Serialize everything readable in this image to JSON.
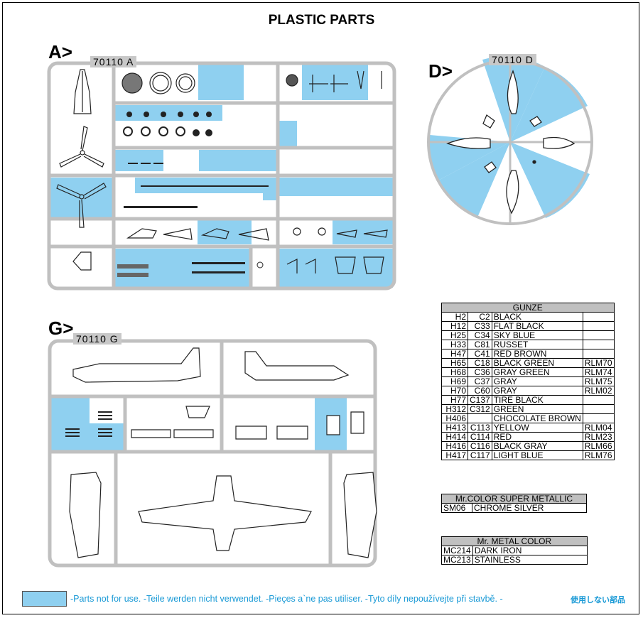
{
  "title": "PLASTIC PARTS",
  "sprues": {
    "a": {
      "letter": "A>",
      "code": "70110 A"
    },
    "d": {
      "letter": "D>",
      "code": "70110 D"
    },
    "g": {
      "letter": "G>",
      "code": "70110 G"
    }
  },
  "gunze": {
    "header": "GUNZE",
    "rows": [
      {
        "h": "H2",
        "c": "C2",
        "name": "BLACK",
        "rlm": ""
      },
      {
        "h": "H12",
        "c": "C33",
        "name": "FLAT BLACK",
        "rlm": ""
      },
      {
        "h": "H25",
        "c": "C34",
        "name": "SKY BLUE",
        "rlm": ""
      },
      {
        "h": "H33",
        "c": "C81",
        "name": "RUSSET",
        "rlm": ""
      },
      {
        "h": "H47",
        "c": "C41",
        "name": "RED BROWN",
        "rlm": ""
      },
      {
        "h": "H65",
        "c": "C18",
        "name": "BLACK GREEN",
        "rlm": "RLM70"
      },
      {
        "h": "H68",
        "c": "C36",
        "name": "GRAY GREEN",
        "rlm": "RLM74"
      },
      {
        "h": "H69",
        "c": "C37",
        "name": "GRAY",
        "rlm": "RLM75"
      },
      {
        "h": "H70",
        "c": "C60",
        "name": "GRAY",
        "rlm": "RLM02"
      },
      {
        "h": "H77",
        "c": "C137",
        "name": "TIRE BLACK",
        "rlm": ""
      },
      {
        "h": "H312",
        "c": "C312",
        "name": "GREEN",
        "rlm": ""
      },
      {
        "h": "H406",
        "c": "",
        "name": "CHOCOLATE BROWN",
        "rlm": ""
      },
      {
        "h": "H413",
        "c": "C113",
        "name": "YELLOW",
        "rlm": "RLM04"
      },
      {
        "h": "H414",
        "c": "C114",
        "name": "RED",
        "rlm": "RLM23"
      },
      {
        "h": "H416",
        "c": "C116",
        "name": "BLACK GRAY",
        "rlm": "RLM66"
      },
      {
        "h": "H417",
        "c": "C117",
        "name": "LIGHT BLUE",
        "rlm": "RLM76"
      }
    ]
  },
  "super_metallic": {
    "header": "Mr.COLOR SUPER METALLIC",
    "rows": [
      {
        "code": "SM06",
        "name": "CHROME SILVER"
      }
    ]
  },
  "metal_color": {
    "header": "Mr. METAL COLOR",
    "rows": [
      {
        "code": "MC214",
        "name": "DARK IRON"
      },
      {
        "code": "MC213",
        "name": "STAINLESS"
      }
    ]
  },
  "legend": {
    "text": "-Parts not for use. -Teile werden nicht verwendet. -Pieçes a`ne pas utiliser. -Tyto díly nepoužívejte při stavbě. -",
    "jp": "使用しない部品",
    "color": "#8fd0f0"
  },
  "colors": {
    "unused": "#8fd0f0",
    "runner": "#c0c0c0"
  }
}
